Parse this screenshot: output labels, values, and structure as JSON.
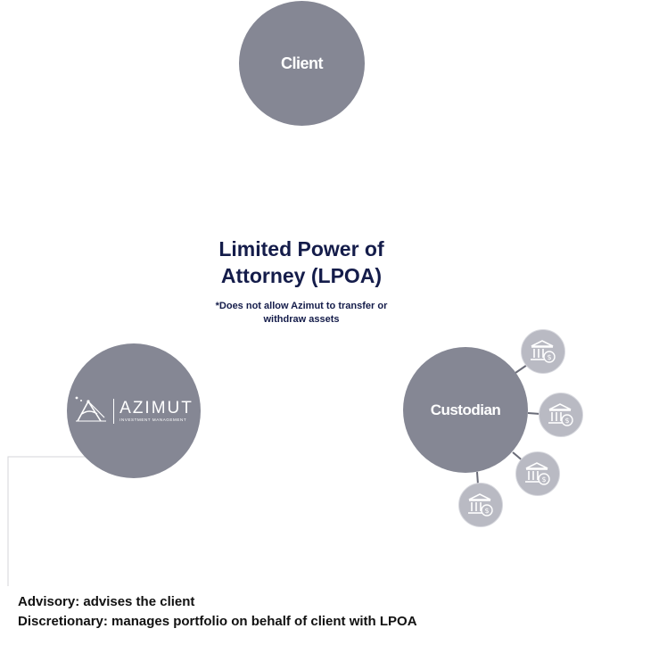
{
  "nodes": {
    "client": "Client",
    "custodian": "Custodian",
    "azimut_logo": {
      "name": "AZIMUT",
      "tagline": "INVESTMENT MANAGEMENT"
    }
  },
  "center": {
    "title_line1": "Limited Power of",
    "title_line2": "Attorney (LPOA)",
    "note_line1": "*Does not allow Azimut to transfer or",
    "note_line2": "withdraw assets"
  },
  "legend": {
    "advisory": "Advisory: advises the client",
    "discretionary": "Discretionary: manages portfolio on behalf of client with LPOA"
  },
  "icons": {
    "bank": "bank-dollar-icon",
    "logo": "azimut-sextant-logo"
  },
  "colors": {
    "node_fill": "#858794",
    "bank_fill": "#b9bac3",
    "title": "#141c4a",
    "connector": "#6a6c78"
  }
}
